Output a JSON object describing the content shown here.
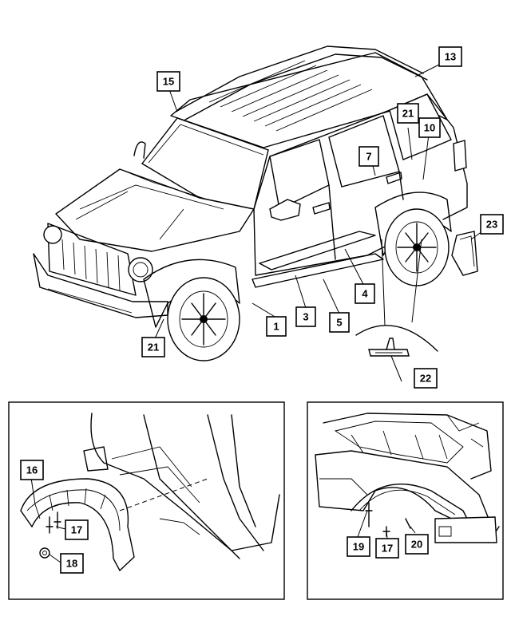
{
  "callouts": [
    {
      "id": "c1",
      "label": "1"
    },
    {
      "id": "c3",
      "label": "3"
    },
    {
      "id": "c4",
      "label": "4"
    },
    {
      "id": "c5",
      "label": "5"
    },
    {
      "id": "c7",
      "label": "7"
    },
    {
      "id": "c10",
      "label": "10"
    },
    {
      "id": "c13",
      "label": "13"
    },
    {
      "id": "c15",
      "label": "15"
    },
    {
      "id": "c21a",
      "label": "21"
    },
    {
      "id": "c21b",
      "label": "21"
    },
    {
      "id": "c22",
      "label": "22"
    },
    {
      "id": "c23",
      "label": "23"
    },
    {
      "id": "c16",
      "label": "16"
    },
    {
      "id": "c17a",
      "label": "17"
    },
    {
      "id": "c18",
      "label": "18"
    },
    {
      "id": "c19",
      "label": "19"
    },
    {
      "id": "c17b",
      "label": "17"
    },
    {
      "id": "c20",
      "label": "20"
    }
  ]
}
